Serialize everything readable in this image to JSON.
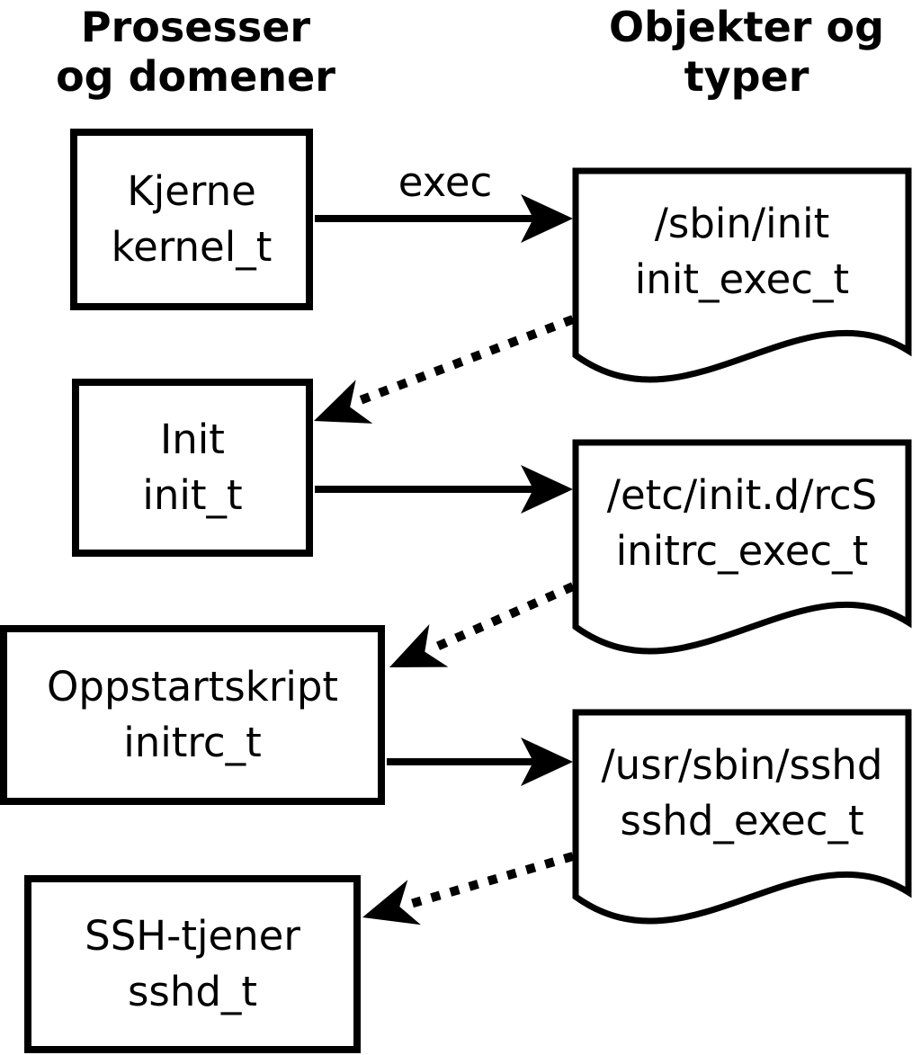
{
  "headings": {
    "left": {
      "line1": "Prosesser",
      "line2": "og domener"
    },
    "right": {
      "line1": "Objekter og",
      "line2": "typer"
    }
  },
  "processes": [
    {
      "name": "Kjerne",
      "type": "kernel_t"
    },
    {
      "name": "Init",
      "type": "init_t"
    },
    {
      "name": "Oppstartskript",
      "type": "initrc_t"
    },
    {
      "name": "SSH-tjener",
      "type": "sshd_t"
    }
  ],
  "objects": [
    {
      "path": "/sbin/init",
      "type": "init_exec_t"
    },
    {
      "path": "/etc/init.d/rcS",
      "type": "initrc_exec_t"
    },
    {
      "path": "/usr/sbin/sshd",
      "type": "sshd_exec_t"
    }
  ],
  "edges": {
    "exec_label": "exec"
  },
  "colors": {
    "foreground": "#000000",
    "background": "#ffffff"
  }
}
